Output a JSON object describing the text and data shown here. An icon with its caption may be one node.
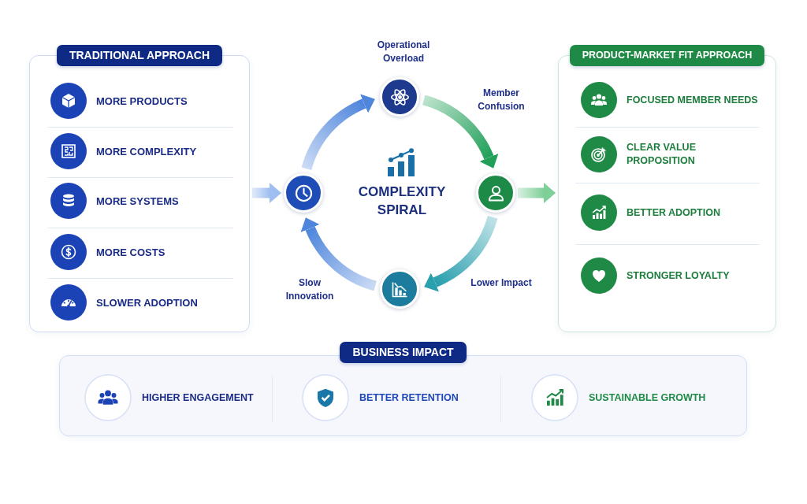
{
  "diagram": {
    "nodes": [
      {
        "text": [
          "TRADITIONAL APPROACH"
        ]
      },
      {
        "text": [
          "MORE PRODUCTS"
        ],
        "in": 0
      },
      {
        "text": [
          "MORE COMPLEXITY"
        ],
        "in": 0
      },
      {
        "text": [
          "MORE SYSTEMS"
        ],
        "in": 0
      },
      {
        "text": [
          "MORE COSTS"
        ],
        "in": 0
      },
      {
        "text": [
          "SLOWER ADOPTION"
        ],
        "in": 0
      },
      {
        "text": [],
        "shape": "circle",
        "beside": [
          "Operational Overload"
        ]
      },
      {
        "text": [],
        "shape": "circle"
      },
      {
        "text": [],
        "shape": "circle"
      },
      {
        "text": [],
        "shape": "circle"
      },
      {
        "text": [
          "PRODUCT-MARKET FIT APPROACH"
        ]
      },
      {
        "text": [
          "FOCUSED MEMBER NEEDS"
        ],
        "in": 10
      },
      {
        "text": [
          "CLEAR VALUE PROPOSITION"
        ],
        "in": 10
      },
      {
        "text": [
          "BETTER ADOPTION"
        ],
        "in": 10
      },
      {
        "text": [
          "STRONGER LOYALTY"
        ],
        "in": 10
      },
      {
        "text": [
          "BUSINESS IMPACT"
        ]
      },
      {
        "text": [
          "HIGHER ENGAGEMENT"
        ],
        "in": 15
      },
      {
        "text": [
          "BETTER RETENTION"
        ],
        "in": 15
      },
      {
        "text": [
          "SUSTAINABLE GROWTH"
        ],
        "in": 15
      }
    ],
    "edges": [
      {
        "from": 6,
        "to": 7,
        "arrow": "to",
        "color": "#22a05a"
      },
      {
        "from": 7,
        "to": 8,
        "arrow": "to",
        "color": "#2a9fae"
      },
      {
        "from": 8,
        "to": 9,
        "arrow": "to"
      },
      {
        "from": 9,
        "to": 6,
        "arrow": "to"
      },
      {
        "from": 0,
        "to": 9,
        "arrow": "to",
        "color": "#9fbff0"
      },
      {
        "from": 7,
        "to": 10,
        "arrow": "to",
        "color": "#7fcf98"
      }
    ],
    "labels": [
      "Member Confusion",
      "COMPLEXITY SPIRAL",
      "Slow Innovation",
      "Lower Impact"
    ]
  }
}
